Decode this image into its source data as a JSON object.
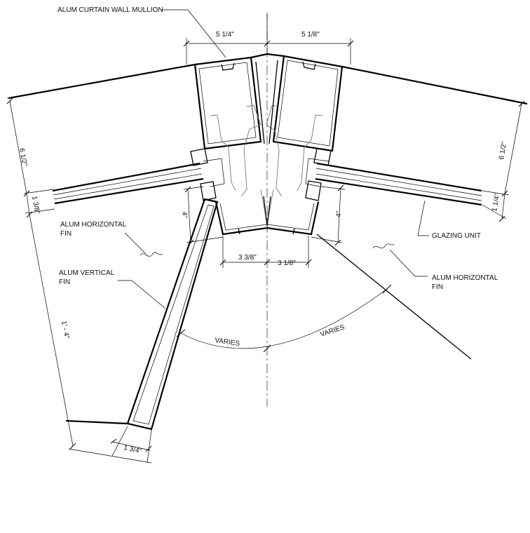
{
  "annotations": {
    "mullion": "ALUM CURTAIN WALL MULLION",
    "horizontal_fin_left_1": "ALUM HORIZONTAL",
    "horizontal_fin_left_2": "FIN",
    "vertical_fin_1": "ALUM VERTICAL",
    "vertical_fin_2": "FIN",
    "glazing_unit": "GLAZING UNIT",
    "horizontal_fin_right_1": "ALUM HORIZONTAL",
    "horizontal_fin_right_2": "FIN"
  },
  "dimensions": {
    "top_left": "5 1/4\"",
    "top_right": "5 1/8\"",
    "left_depth": "6 1/2\"",
    "right_depth": "6 1/2\"",
    "left_glass": "1 3/8\"",
    "right_glass": "1 1/4\"",
    "left_fin_offset": "4\"",
    "right_fin_offset": "4\"",
    "bottom_left": "3 3/8\"",
    "bottom_right": "3 1/8\"",
    "fin_length": "1' - 4\"",
    "fin_width": "1 3/4\"",
    "angle_left": "VARIES",
    "angle_right": "VARIES"
  }
}
